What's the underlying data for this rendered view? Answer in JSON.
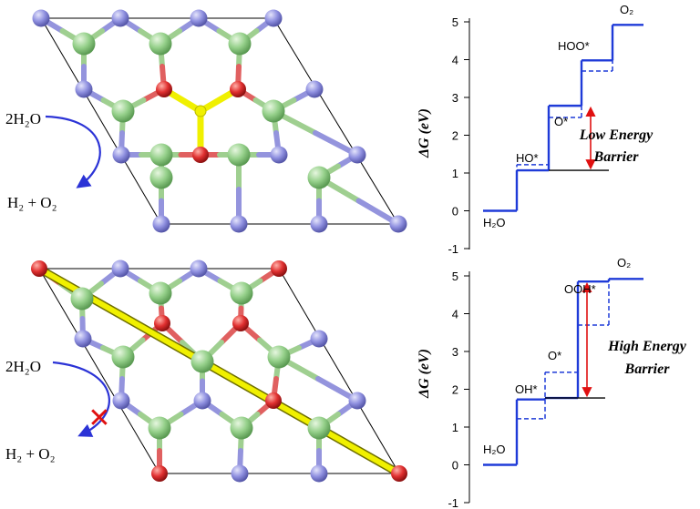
{
  "colors": {
    "carbon": "#95d08a",
    "nitrogen": "#8f90e0",
    "oxygen": "#e03030",
    "bond_carbon": "#9fcf90",
    "bond_nitrogen": "#9494dd",
    "highlight": "#f0f000",
    "reaction_arrow": "#2b33d6",
    "blue_line": "#1f3bd8",
    "barrier_arrow": "#e01010"
  },
  "panels": {
    "top": {
      "reaction_reactant": "2H₂O",
      "reaction_product": "H₂ + O₂"
    },
    "bottom": {
      "reaction_reactant": "2H₂O",
      "reaction_product": "H₂ + O₂",
      "blocked_mark": "✕"
    }
  },
  "chart_data": [
    {
      "type": "line",
      "ylabel": "ΔG (eV)",
      "ylim": [
        -1,
        5
      ],
      "yticks": [
        "-1",
        "0",
        "1",
        "2",
        "3",
        "4",
        "5"
      ],
      "steps": [
        "H2O",
        "HO*",
        "O*",
        "HOO*",
        "O2"
      ],
      "step_labels": [
        "H₂O",
        "HO*",
        "O*",
        "HOO*",
        "O₂"
      ],
      "series": [
        {
          "style": "solid",
          "values": [
            0.0,
            1.07,
            2.78,
            3.98,
            4.92
          ]
        },
        {
          "style": "dashed",
          "values": [
            0.0,
            1.22,
            2.47,
            3.7,
            4.92
          ]
        }
      ],
      "barrier": {
        "from": 1.07,
        "to": 2.78
      },
      "annotation": [
        "Low Energy",
        "Barrier"
      ]
    },
    {
      "type": "line",
      "ylabel": "ΔG (eV)",
      "ylim": [
        -1,
        5
      ],
      "yticks": [
        "-1",
        "0",
        "1",
        "2",
        "3",
        "4",
        "5"
      ],
      "steps": [
        "H2O",
        "OH*",
        "O*",
        "OOH*",
        "O2"
      ],
      "step_labels": [
        "H₂O",
        "OH*",
        "O*",
        "OOH*",
        "O₂"
      ],
      "series": [
        {
          "style": "solid",
          "values": [
            0.0,
            1.73,
            1.77,
            4.85,
            4.92
          ]
        },
        {
          "style": "dashed",
          "values": [
            0.0,
            1.22,
            2.45,
            3.7,
            4.92
          ]
        }
      ],
      "barrier": {
        "from": 1.77,
        "to": 4.85
      },
      "annotation": [
        "High Energy",
        "Barrier"
      ]
    }
  ]
}
